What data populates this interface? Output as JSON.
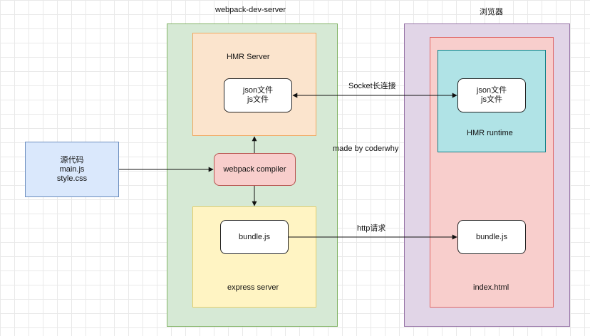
{
  "dev_server": {
    "title": "webpack-dev-server"
  },
  "browser": {
    "title": "浏览器",
    "page_label": "index.html"
  },
  "source": {
    "label": "源代码\nmain.js\nstyle.css"
  },
  "hmr_server": {
    "title": "HMR Server",
    "file_label": "json文件\njs文件"
  },
  "compiler": {
    "label": "webpack compiler"
  },
  "express": {
    "bundle_label": "bundle.js",
    "title": "express server"
  },
  "hmr_runtime": {
    "file_label": "json文件\njs文件",
    "title": "HMR runtime"
  },
  "browser_bundle": {
    "label": "bundle.js"
  },
  "edges": {
    "socket": "Socket长连接",
    "http": "http请求",
    "credit": "made by coderwhy"
  },
  "colors": {
    "dev_server_fill": "#d6e9d5",
    "dev_server_border": "#82b366",
    "browser_fill": "#e1d5e7",
    "browser_border": "#9673a6",
    "index_fill": "#f8cecc",
    "index_border": "#e06666",
    "hmr_server_fill": "#fbe4cd",
    "hmr_server_border": "#f0a860",
    "express_fill": "#fff4c3",
    "express_border": "#e6cf6a",
    "runtime_fill": "#b0e3e6",
    "runtime_border": "#0e8088",
    "source_fill": "#dae8fc",
    "source_border": "#6c8ebf",
    "compiler_fill": "#f8cecc",
    "compiler_border": "#b85450"
  }
}
